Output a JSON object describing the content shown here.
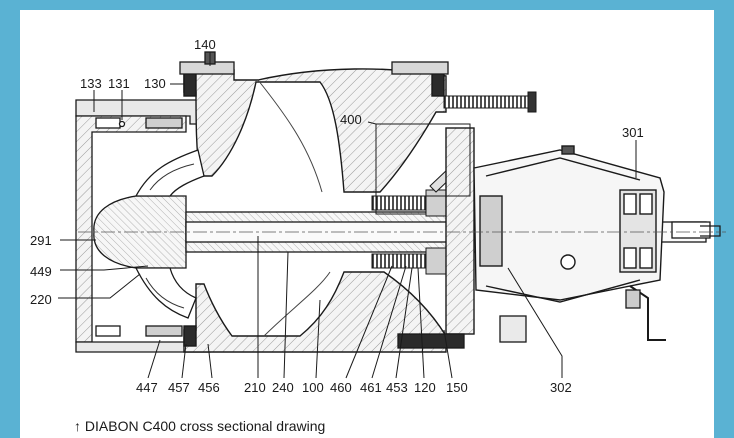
{
  "caption": "↑ DIABON C400 cross sectional drawing",
  "parts": {
    "p140": "140",
    "p133": "133",
    "p131": "131",
    "p130": "130",
    "p400": "400",
    "p301": "301",
    "p291": "291",
    "p449": "449",
    "p220": "220",
    "p447": "447",
    "p457": "457",
    "p456": "456",
    "p210": "210",
    "p240": "240",
    "p100": "100",
    "p460": "460",
    "p461": "461",
    "p453": "453",
    "p120": "120",
    "p150": "150",
    "p302": "302"
  },
  "colors": {
    "background": "#5ab2d3",
    "sheet": "#ffffff",
    "line": "#1a1a1a",
    "hatch": "#888888",
    "dark": "#2b2b2b"
  }
}
